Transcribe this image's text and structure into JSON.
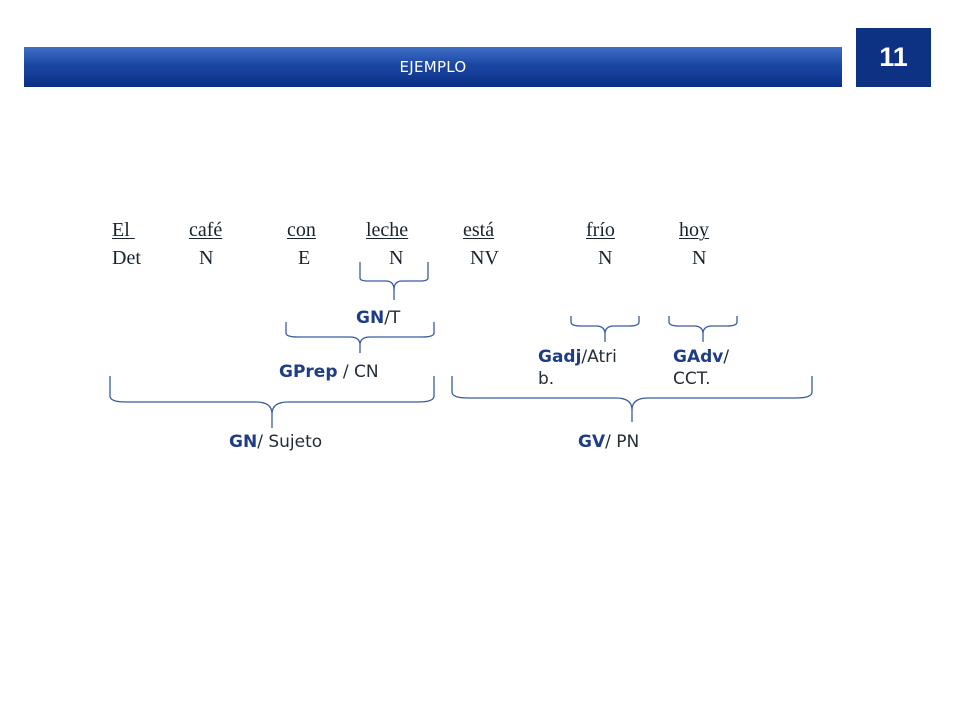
{
  "header": {
    "title": "EJEMPLO",
    "slide_number": "11"
  },
  "words": [
    "El ",
    "café",
    "con",
    "leche",
    "está",
    "frío",
    "hoy"
  ],
  "tags": [
    "Det",
    "N",
    "E",
    "N",
    "NV",
    "N",
    "N"
  ],
  "labels": {
    "gn_t": {
      "head": "GN",
      "rest": "/T"
    },
    "gprep_cn": {
      "head": "GPrep",
      "rest": " / CN"
    },
    "gadj": {
      "head": "Gadj",
      "rest": "/Atri",
      "rest2": "b."
    },
    "gadv": {
      "head": "GAdv",
      "rest": "/",
      "rest2": "CCT."
    },
    "gn_sujeto": {
      "head": "GN",
      "rest": "/ Sujeto"
    },
    "gv_pn": {
      "head": "GV",
      "rest": "/ PN"
    }
  },
  "colors": {
    "bracket": "#3a5aa0",
    "accent": "#1f3c86",
    "header": "#0e3283"
  }
}
